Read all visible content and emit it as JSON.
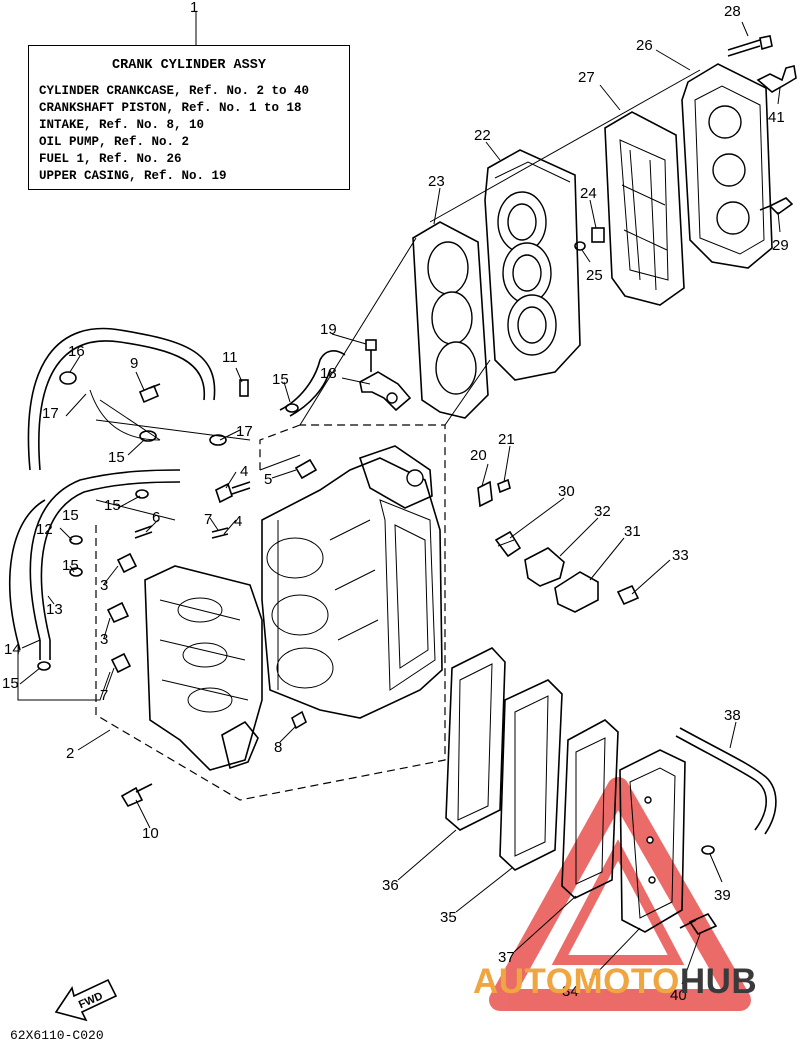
{
  "legend": {
    "title": "CRANK CYLINDER ASSY",
    "lines": [
      "CYLINDER CRANKCASE, Ref. No. 2 to 40",
      "CRANKSHAFT PISTON, Ref. No. 1 to 18",
      "INTAKE, Ref. No. 8, 10",
      "OIL PUMP, Ref. No. 2",
      "FUEL 1, Ref. No. 26",
      "UPPER CASING, Ref. No. 19"
    ]
  },
  "callouts": {
    "c1": "1",
    "c2": "2",
    "c3a": "3",
    "c3b": "3",
    "c4a": "4",
    "c4b": "4",
    "c5": "5",
    "c6": "6",
    "c7a": "7",
    "c7b": "7",
    "c8": "8",
    "c9": "9",
    "c10": "10",
    "c11": "11",
    "c12": "12",
    "c13": "13",
    "c14": "14",
    "c15a": "15",
    "c15b": "15",
    "c15c": "15",
    "c15d": "15",
    "c15e": "15",
    "c15f": "15",
    "c16": "16",
    "c17a": "17",
    "c17b": "17",
    "c18": "18",
    "c19": "19",
    "c20": "20",
    "c21": "21",
    "c22": "22",
    "c23": "23",
    "c24": "24",
    "c25": "25",
    "c26": "26",
    "c27": "27",
    "c28": "28",
    "c29": "29",
    "c30": "30",
    "c31": "31",
    "c32": "32",
    "c33": "33",
    "c34": "34",
    "c35": "35",
    "c36": "36",
    "c37": "37",
    "c38": "38",
    "c39": "39",
    "c40": "40",
    "c41": "41"
  },
  "fwd_label": "FWD",
  "drawing_code": "62X6110-C020",
  "watermark": {
    "part1": "AUTOMOTO",
    "part2": "HUB",
    "accent_color": "#f0a640",
    "logo_color": "#e8524f",
    "dark_color": "#3a3a3a"
  }
}
